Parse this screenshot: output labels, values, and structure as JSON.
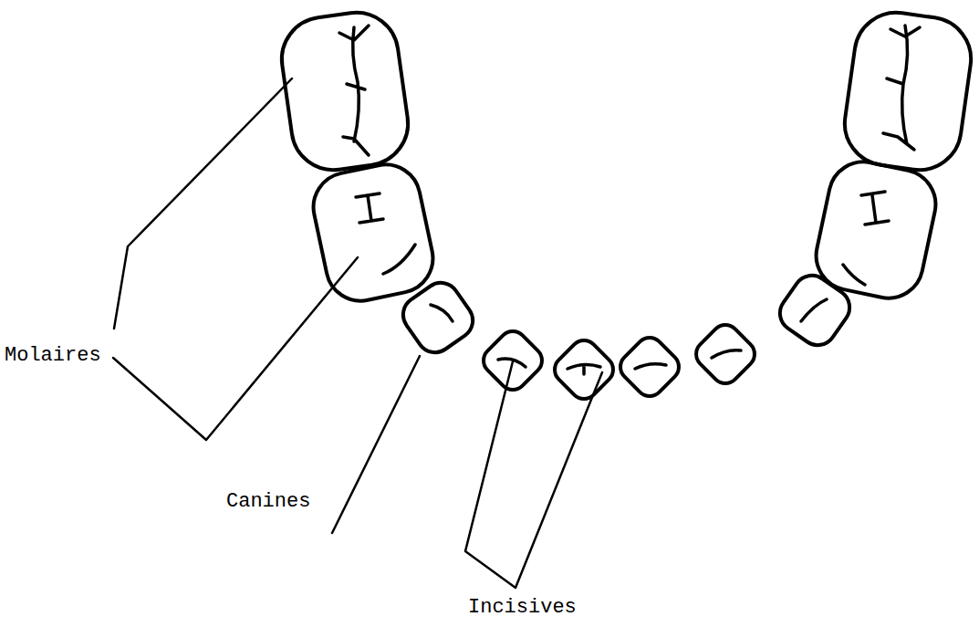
{
  "diagram": {
    "labels": [
      "Molaires",
      "Canines",
      "Incisives"
    ]
  }
}
